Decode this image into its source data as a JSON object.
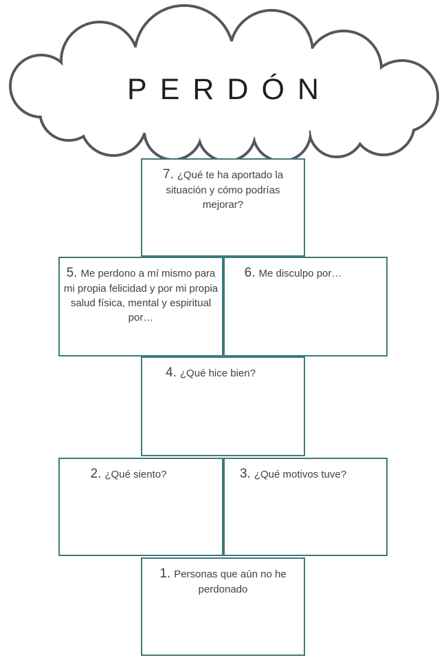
{
  "cloud": {
    "title": "PERDÓN"
  },
  "boxes": [
    {
      "number": "7.",
      "text": "¿Qué te ha aportado la situación y cómo podrías mejorar?"
    },
    {
      "number": "5.",
      "text": "Me perdono a mí mismo para mi propia felicidad y por mi propia salud física, mental y espiritual por…"
    },
    {
      "number": "6.",
      "text": "Me disculpo por…"
    },
    {
      "number": "4.",
      "text": "¿Qué hice bien?"
    },
    {
      "number": "2.",
      "text": "¿Qué siento?"
    },
    {
      "number": "3.",
      "text": "¿Qué motivos tuve?"
    },
    {
      "number": "1.",
      "text": "Personas que aún no he perdonado"
    }
  ],
  "colors": {
    "box_border": "#3e7a7a",
    "box_text": "#3f4145",
    "cloud_stroke": "#55575d",
    "title_text": "#1f1f1f"
  }
}
